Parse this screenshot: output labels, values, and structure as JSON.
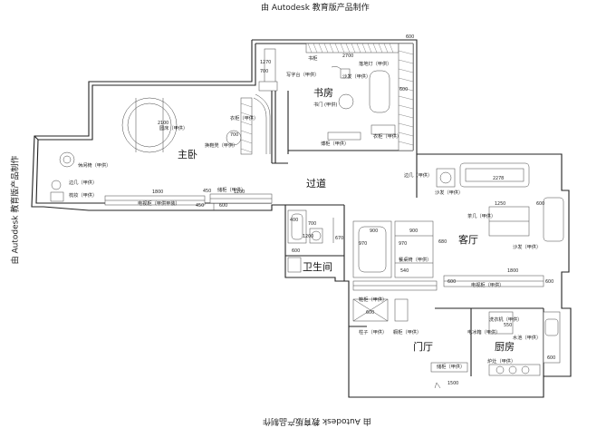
{
  "watermark": {
    "text": "由 Autodesk 教育版产品制作"
  },
  "rooms": {
    "study": "书房",
    "master_bedroom": "主卧",
    "corridor": "过道",
    "bathroom": "卫生间",
    "living_room": "客厅",
    "entrance": "门厅",
    "kitchen": "厨房"
  },
  "furniture": {
    "bookcase_top": "书柜",
    "floor_lamp": "落地灯（甲供）",
    "desk": "写字台（甲供）",
    "sofa_study": "沙发（甲供）",
    "display_cabinet": "博柜（甲供）",
    "study_wardrobe": "衣柜（甲供）",
    "study_note": "书门 (甲供)",
    "bedroom_wardrobe": "衣柜（甲供）",
    "bed": "圆床（甲供）",
    "dresser_stool": "换鞋凳（甲供）",
    "lounge_chair": "休闲椅（甲供）",
    "side_table_bedroom": "边几（甲供）",
    "vanity": "梳妆（甲供）",
    "tv_cabinet_bedroom": "电视柜（甲供甲装）",
    "storage_cabinet_corridor": "储柜（甲供）",
    "side_table_living": "边几（甲供）",
    "sofa_living_top": "沙发（甲供）",
    "tea_table": "茶几（甲供）",
    "sofa_living_right": "沙发（甲供）",
    "dining_table": "餐桌椅（甲供）",
    "tv_cabinet_living": "电视柜（甲供）",
    "shoe_cabinet": "鞋柜（甲供）",
    "column": "柱子（甲供）",
    "cupboard": "橱柜（甲供）",
    "washing_machine": "洗衣机（甲供）",
    "fridge": "电冰箱（甲供）",
    "sink": "水池（甲供）",
    "stove": "炉灶（甲供）",
    "hall_cabinet": "储柜（甲供）"
  },
  "dimensions": {
    "study_top": "600",
    "study_bookcase": "2700",
    "study_side_1": "1270",
    "study_side_2": "700",
    "study_right": "600",
    "bed_width": "2100",
    "bed_small": "700",
    "bedroom_tv": "1800",
    "bedroom_450": "450",
    "bedroom_600": "600",
    "corridor_1200": "1200",
    "corridor_450": "450",
    "bath_700": "700",
    "bath_1200": "1200",
    "bath_400": "400",
    "bath_600": "600",
    "bath_670": "670",
    "dining_900a": "900",
    "dining_900b": "900",
    "dining_970a": "970",
    "dining_970b": "970",
    "dining_540": "540",
    "dining_680": "680",
    "living_2278": "2278",
    "living_1250": "1250",
    "living_600a": "600",
    "living_1800": "1800",
    "living_600b": "600",
    "living_600c": "600",
    "entrance_600": "600",
    "entrance_1500": "1500",
    "kitchen_600": "600",
    "kitchen_550": "550"
  }
}
